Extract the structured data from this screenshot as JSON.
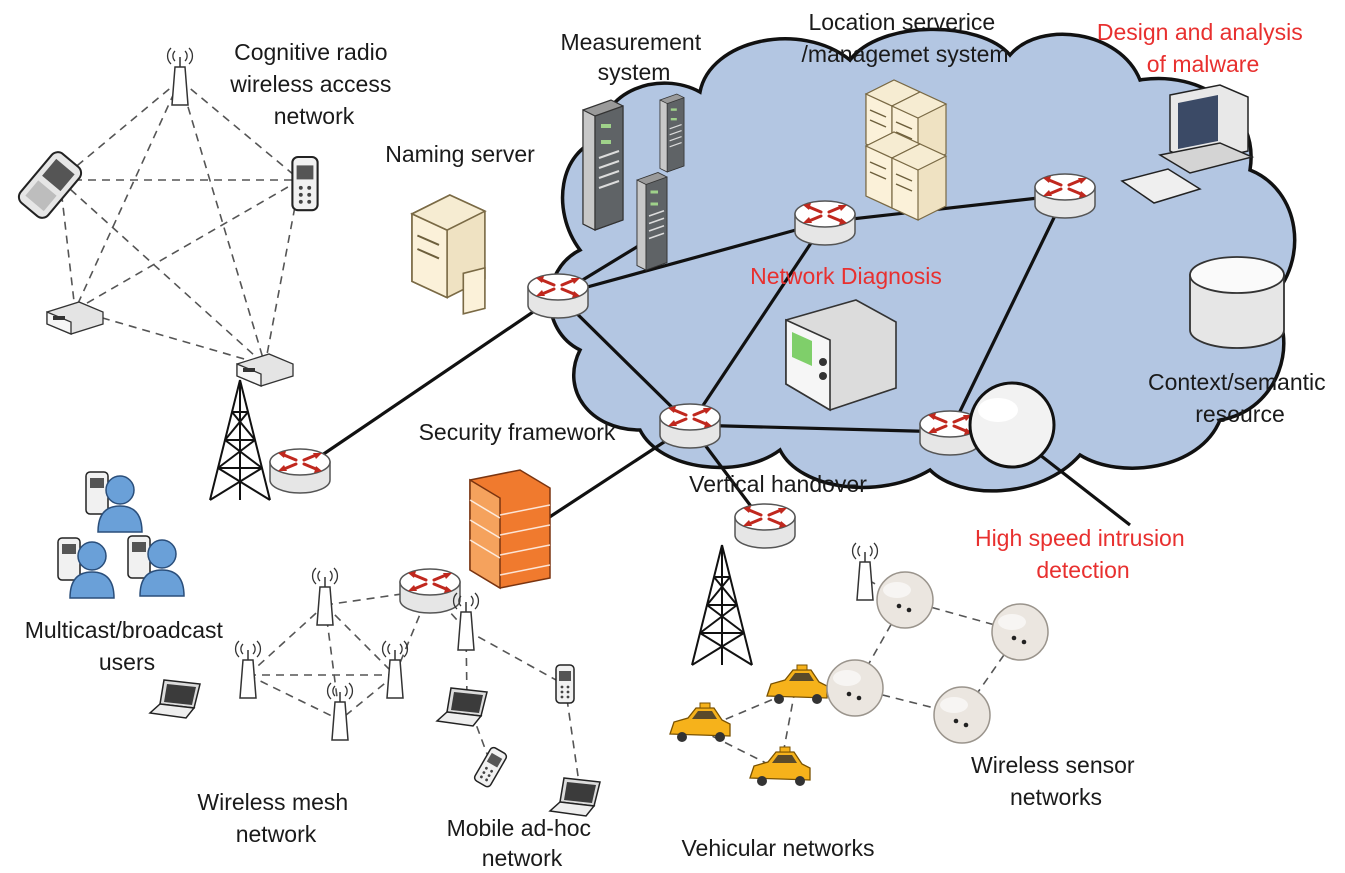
{
  "labels": {
    "cognitive_radio": [
      "Cognitive radio",
      "wireless access",
      "network"
    ],
    "naming_server": [
      "Naming server"
    ],
    "measurement_system": [
      "Measurement",
      "system"
    ],
    "location_service": [
      "Location serverice",
      "/managemet system"
    ],
    "design_malware": [
      "Design and analysis",
      "of malware"
    ],
    "network_diagnosis": [
      "Network Diagnosis"
    ],
    "context_semantic": [
      "Context/semantic",
      "resource"
    ],
    "security_framework": [
      "Security framework"
    ],
    "vertical_handover": [
      "Vertical handover"
    ],
    "high_speed_intrusion": [
      "High speed intrusion",
      "detection"
    ],
    "multicast_users": [
      "Multicast/broadcast",
      "users"
    ],
    "wireless_mesh": [
      "Wireless mesh",
      "network"
    ],
    "mobile_adhoc": [
      "Mobile ad-hoc",
      "network"
    ],
    "vehicular": [
      "Vehicular networks"
    ],
    "wireless_sensor": [
      "Wireless sensor",
      "networks"
    ]
  },
  "colors": {
    "cloud_fill": "#b3c6e2",
    "cloud_stroke": "#111111",
    "highlight_text": "#e8302f",
    "normal_text": "#1a1a1a",
    "router_arrow": "#c0281e",
    "firewall": "#f07a2e",
    "taxi": "#f6b21b",
    "user_head": "#6aa0d8"
  },
  "icons": {
    "router": "router-icon",
    "server": "server-icon",
    "firewall": "firewall-icon",
    "tower": "tower-icon",
    "antenna": "antenna-icon",
    "laptop": "laptop-icon",
    "phone": "phone-icon",
    "taxi": "taxi-icon",
    "sensor": "sensor-icon",
    "database": "database-icon",
    "workstation": "workstation-icon",
    "analyzer": "analyzer-icon",
    "magnifier": "magnifier-icon",
    "user": "user-icon"
  }
}
